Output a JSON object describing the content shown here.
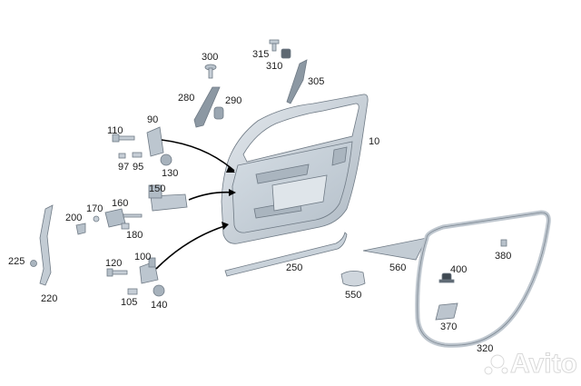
{
  "labels": {
    "l10": "10",
    "l90": "90",
    "l95": "95",
    "l97": "97",
    "l100": "100",
    "l105": "105",
    "l110": "110",
    "l120": "120",
    "l130": "130",
    "l140": "140",
    "l150": "150",
    "l160": "160",
    "l170": "170",
    "l180": "180",
    "l200": "200",
    "l220": "220",
    "l225": "225",
    "l250": "250",
    "l280": "280",
    "l290": "290",
    "l300": "300",
    "l305": "305",
    "l310": "310",
    "l315": "315",
    "l320": "320",
    "l370": "370",
    "l380": "380",
    "l400": "400",
    "l550": "550",
    "l560": "560"
  },
  "watermark": "Avito",
  "colors": {
    "metal": "#c9d2da",
    "metal_dark": "#8d99a4",
    "rubber": "#cfd5db",
    "outline": "#6f7a85",
    "leader": "#000000"
  }
}
